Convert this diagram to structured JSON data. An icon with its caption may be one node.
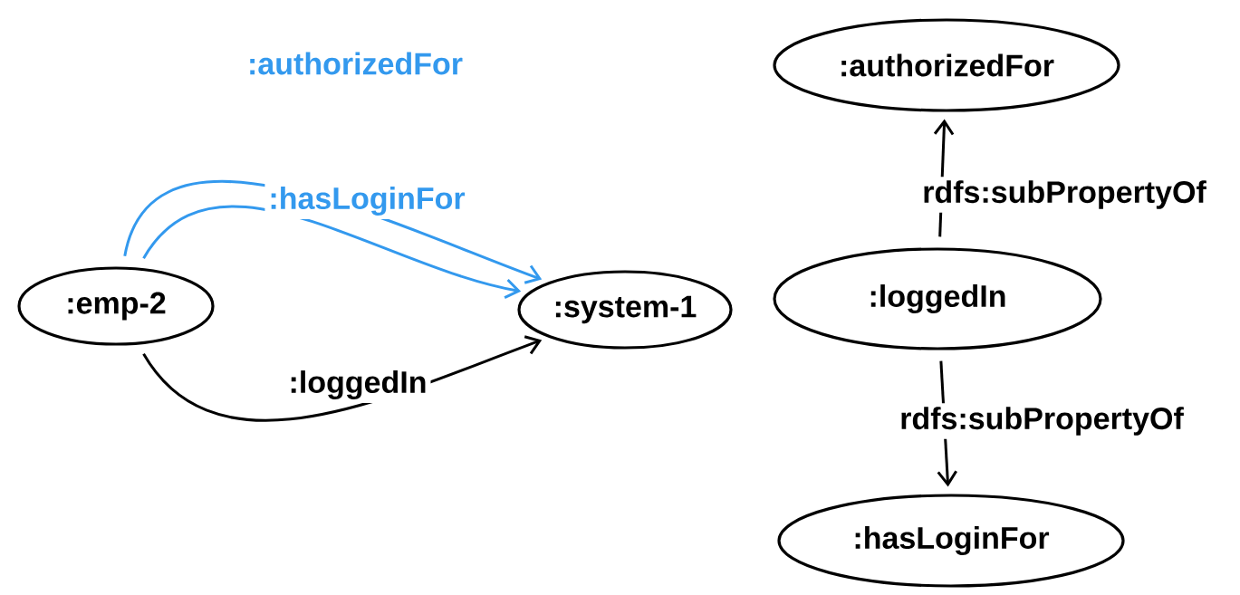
{
  "diagram": {
    "nodes": [
      {
        "text": [
          ":emp-2"
        ]
      },
      {
        "text": [
          ":system-1"
        ]
      },
      {
        "text": [
          ":authorizedFor"
        ]
      },
      {
        "text": [
          ":loggedIn"
        ]
      },
      {
        "text": [
          ":hasLoginFor"
        ]
      }
    ],
    "edges": [
      {
        "from": 0,
        "to": 1,
        "arrow": "to",
        "label": ":authorizedFor",
        "color": "#3399ee"
      },
      {
        "from": 0,
        "to": 1,
        "arrow": "to",
        "label": ":hasLoginFor",
        "color": "#3399ee"
      },
      {
        "from": 0,
        "to": 1,
        "arrow": "to",
        "label": ":loggedIn"
      },
      {
        "from": 3,
        "to": 2,
        "arrow": "to",
        "label": "rdfs:subPropertyOf"
      },
      {
        "from": 3,
        "to": 4,
        "arrow": "to",
        "label": "rdfs:subPropertyOf"
      }
    ]
  }
}
